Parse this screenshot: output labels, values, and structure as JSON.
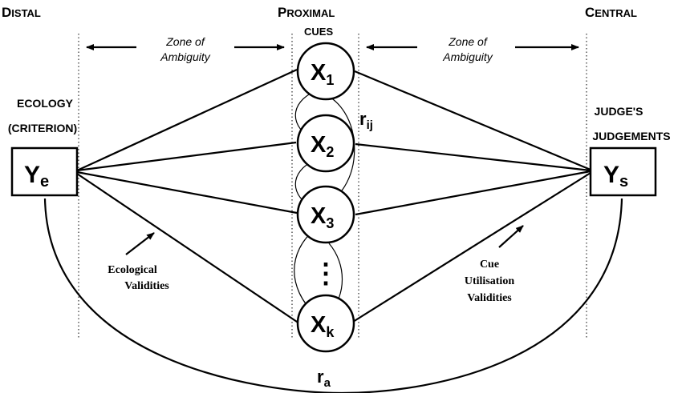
{
  "headers": {
    "distal": {
      "first": "D",
      "rest": "ISTAL"
    },
    "proximal": {
      "first": "P",
      "rest": "ROXIMAL"
    },
    "cues": "CUES",
    "central": {
      "first": "C",
      "rest": "ENTRAL"
    }
  },
  "zones": {
    "left": {
      "line1": "Zone of",
      "line2": "Ambiguity"
    },
    "right": {
      "line1": "Zone of",
      "line2": "Ambiguity"
    }
  },
  "ecology": {
    "line1": "ECOLOGY",
    "line2": "(CRITERION)"
  },
  "judge": {
    "line1": "JUDGE'S",
    "line2": "JUDGEMENTS"
  },
  "criterion_box": {
    "main": "Y",
    "sub": "e"
  },
  "judgement_box": {
    "main": "Y",
    "sub": "s"
  },
  "cue_nodes": [
    {
      "main": "X",
      "sub": "1"
    },
    {
      "main": "X",
      "sub": "2"
    },
    {
      "main": "X",
      "sub": "3"
    },
    {
      "main": "X",
      "sub": "k"
    }
  ],
  "ellipsis": "⋮",
  "intercorrelation": {
    "main": "r",
    "sub": "ij"
  },
  "achievement": {
    "main": "r",
    "sub": "a"
  },
  "ecological_validities": {
    "line1": "Ecological",
    "line2": "Validities"
  },
  "cue_utilisation": {
    "line1": "Cue",
    "line2": "Utilisation",
    "line3": "Validities"
  }
}
